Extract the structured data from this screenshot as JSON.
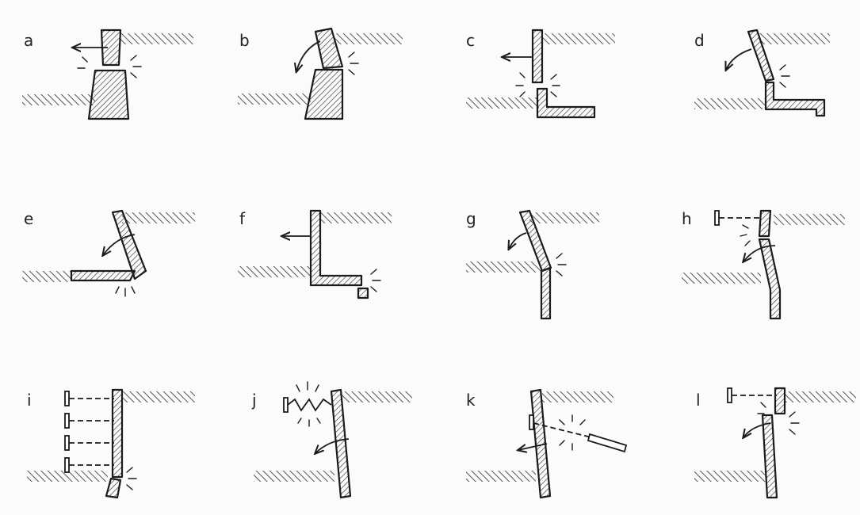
{
  "labels": [
    "a",
    "b",
    "c",
    "d",
    "e",
    "f",
    "g",
    "h",
    "i",
    "j",
    "k",
    "l"
  ]
}
